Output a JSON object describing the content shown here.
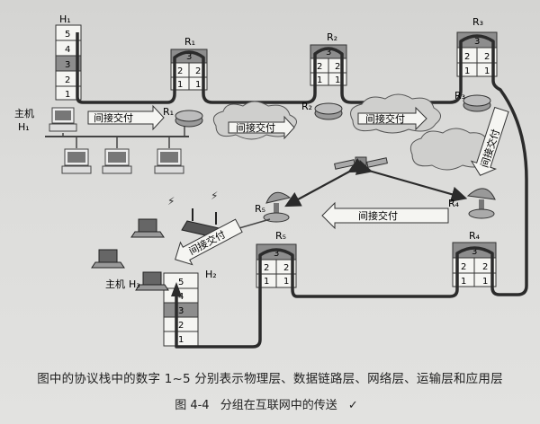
{
  "figure": {
    "labels": {
      "H1": "H₁",
      "H2": "H₂",
      "H3": "H₃",
      "R1": "R₁",
      "R2": "R₂",
      "R3": "R₃",
      "R4": "R₄",
      "R5": "R₅",
      "host_H1": "主机",
      "host_H3": "主机"
    },
    "stack_layers_5": [
      "5",
      "4",
      "3",
      "2",
      "1"
    ],
    "router_stack": {
      "top": "3",
      "row2": [
        "2",
        "2"
      ],
      "row1": [
        "1",
        "1"
      ]
    },
    "indirect_delivery": "间接交付",
    "colors": {
      "shaded_layer": "#8d8d8d",
      "path_line": "#2b2b2b"
    }
  },
  "caption": {
    "note": "图中的协议栈中的数字 1~5 分别表示物理层、数据链路层、网络层、运输层和应用层",
    "figure_no": "图 4-4",
    "title": "分组在互联网中的传送",
    "mark": "✓"
  }
}
